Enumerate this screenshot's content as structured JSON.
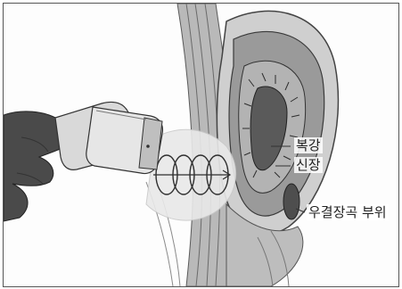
{
  "labels": {
    "abdominal_cavity": "복강",
    "kidney": "신장",
    "ureteral_stone_site": "우결장곡 부위"
  },
  "colors": {
    "ink": "#3a3a3a",
    "tissue_dark": "#6f6f6f",
    "tissue_mid": "#a8a8a8",
    "tissue_light": "#d6d6d6",
    "device_body": "#dcdcdc",
    "hand": "#4a4a4a"
  },
  "icons": {
    "device": "ultrasound-probe-icon",
    "waves": "spiral-wave-icon"
  }
}
